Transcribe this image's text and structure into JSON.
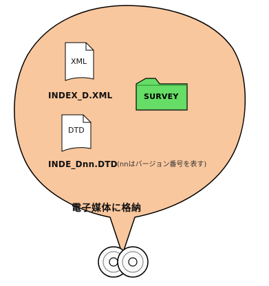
{
  "files": {
    "xml_file_tag": "XML",
    "xml_file_name": "INDEX_D.XML",
    "dtd_file_tag": "DTD",
    "dtd_file_name": "INDE_Dnn.DTD",
    "dtd_note": "(nnはバージョン番号を表す)",
    "folder_label": "SURVEY"
  },
  "caption": "電子媒体に格納",
  "colors": {
    "bubble_fill": "#f9c79e",
    "bubble_stroke": "#000000",
    "folder_fill": "#66dd66",
    "doc_fill": "#ffffff"
  },
  "icons": [
    "document-icon",
    "document-icon",
    "folder-icon",
    "disc-icon",
    "disc-icon"
  ]
}
